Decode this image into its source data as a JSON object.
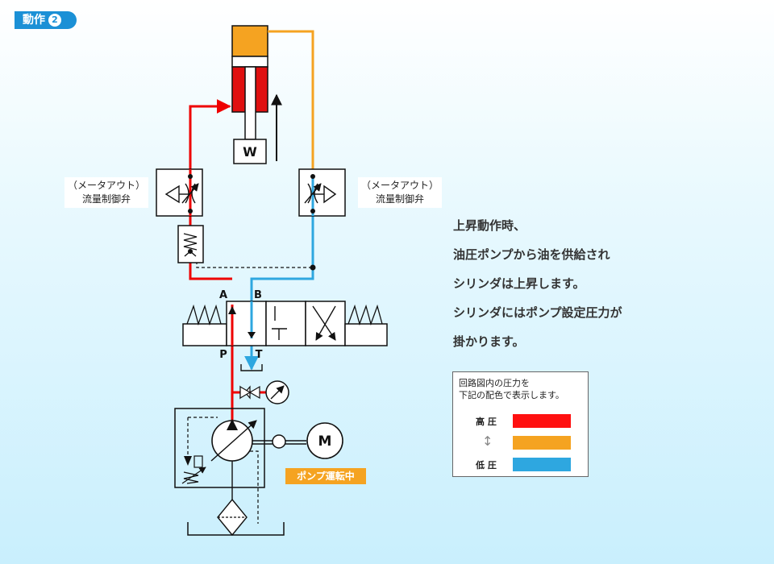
{
  "step": {
    "label": "動作",
    "number": "2"
  },
  "valve_labels": {
    "left_line1": "（メータアウト）",
    "left_line2": "流量制御弁",
    "right_line1": "（メータアウト）",
    "right_line2": "流量制御弁"
  },
  "load_label": "W",
  "port_labels": {
    "a": "A",
    "b": "B",
    "p": "P",
    "t": "T"
  },
  "motor_label": "M",
  "pump_status": "ポンプ運転中",
  "description": [
    "上昇動作時、",
    "油圧ポンプから油を供給され",
    "シリンダは上昇します。",
    "シリンダにはポンプ設定圧力が",
    "掛かります。"
  ],
  "legend": {
    "title_line1": "回路図内の圧力を",
    "title_line2": "下記の配色で表示します。",
    "high_label": "高 圧",
    "low_label": "低 圧",
    "arrow": "↕",
    "colors": {
      "high": "#ff1010",
      "mid": "#f5a321",
      "low": "#2ea7e0"
    }
  }
}
